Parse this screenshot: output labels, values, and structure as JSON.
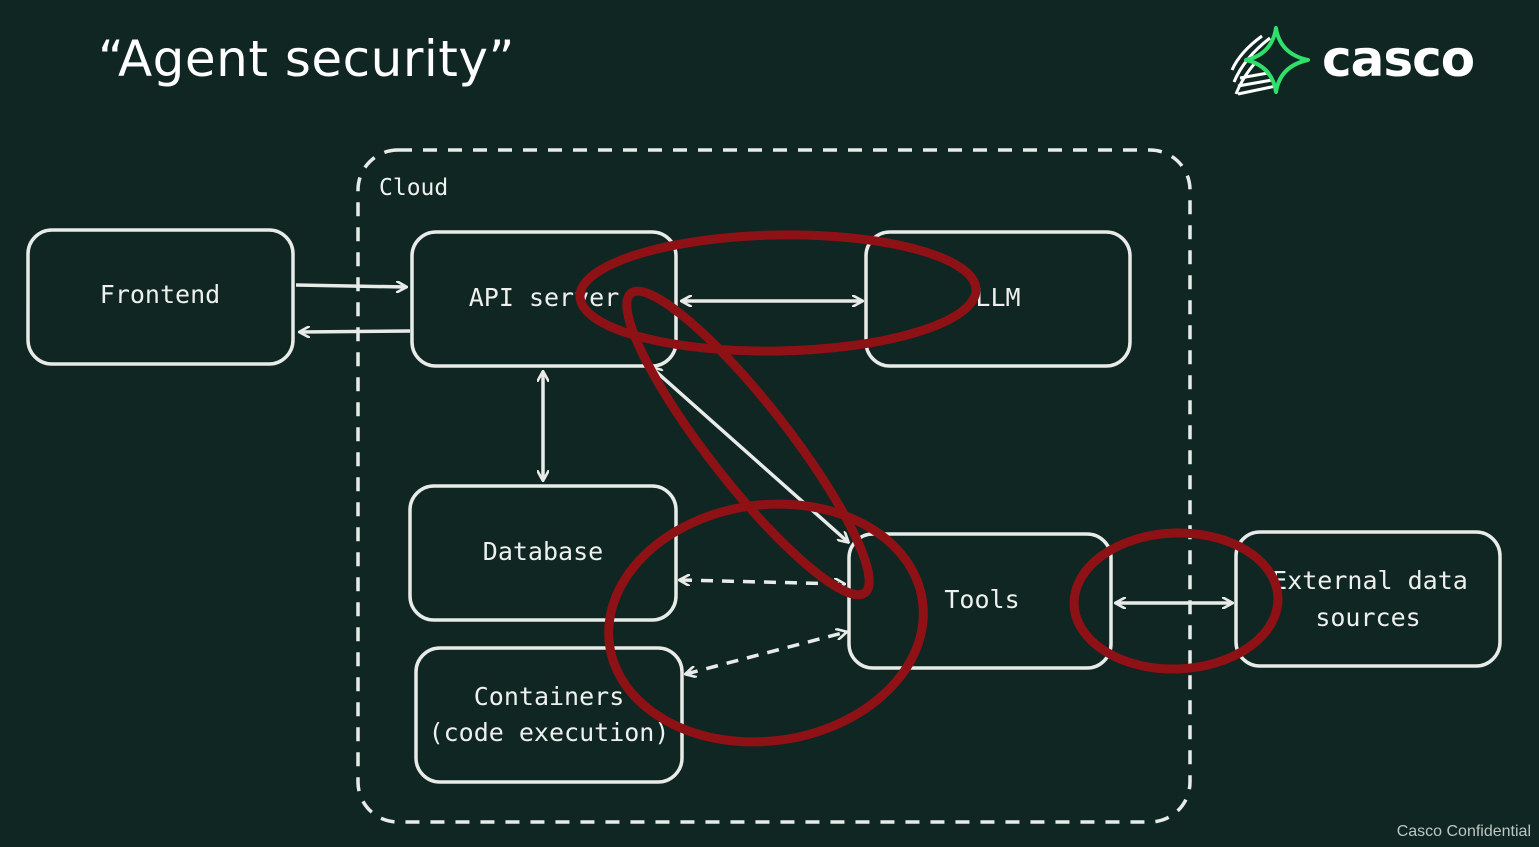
{
  "slide": {
    "title": "“Agent security”",
    "footer": "Casco Confidential"
  },
  "logo": {
    "text": "casco",
    "icon": "four-point-star-logo-icon",
    "accent_color": "#2fe06a"
  },
  "diagram": {
    "boundary_label": "Cloud",
    "nodes": {
      "frontend": "Frontend",
      "api_server": "API server",
      "llm": "LLM",
      "database": "Database",
      "containers_line1": "Containers",
      "containers_line2": "(code execution)",
      "tools": "Tools",
      "external_line1": "External data",
      "external_line2": "sources"
    },
    "highlight_color": "#8e1116",
    "line_color": "#e8ebe8"
  }
}
